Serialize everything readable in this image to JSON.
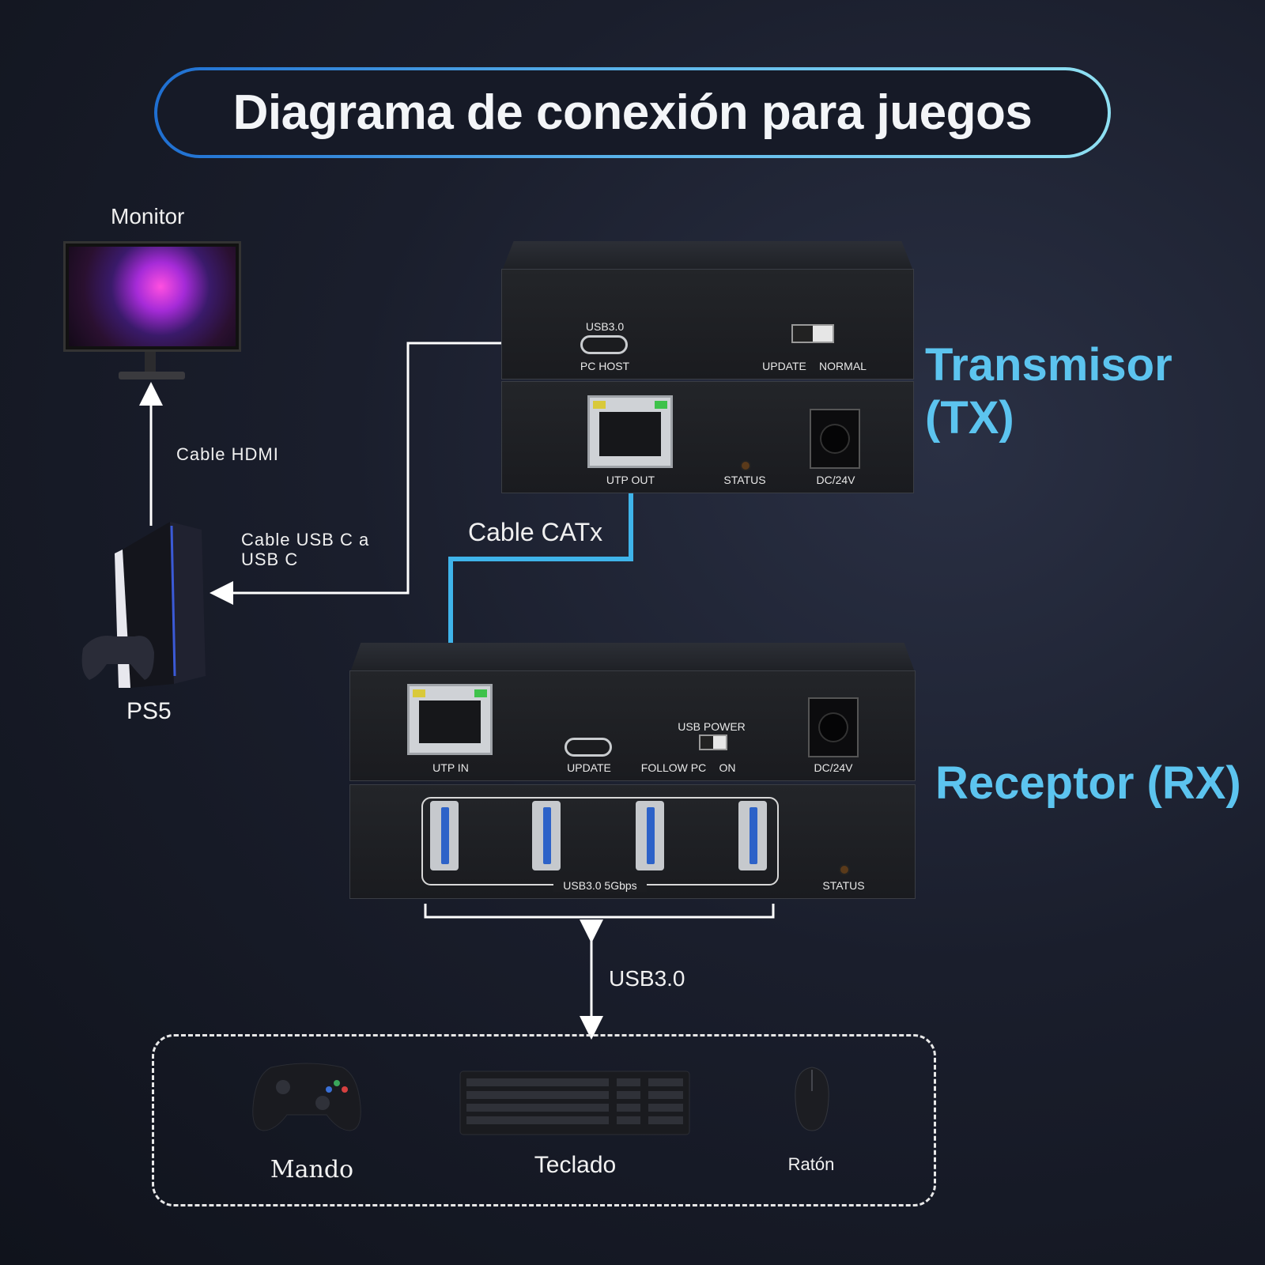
{
  "title": "Diagrama de conexión para juegos",
  "monitor": {
    "label": "Monitor"
  },
  "ps5": {
    "label": "PS5"
  },
  "cables": {
    "hdmi": "Cable HDMI",
    "usbc_line1": "Cable USB C a",
    "usbc_line2": "USB C",
    "catx": "Cable CATx",
    "usb3": "USB3.0"
  },
  "transmitter": {
    "title": "Transmisor (TX)",
    "usb_port_top": "USB3.0",
    "usb_port_bottom": "PC HOST",
    "switch_left": "UPDATE",
    "switch_right": "NORMAL",
    "utp": "UTP OUT",
    "status": "STATUS",
    "dc": "DC/24V"
  },
  "receiver": {
    "title": "Receptor (RX)",
    "utp": "UTP IN",
    "update": "UPDATE",
    "usb_power": "USB POWER",
    "follow_pc": "FOLLOW PC",
    "on": "ON",
    "dc": "DC/24V",
    "usb_ports_label": "USB3.0 5Gbps",
    "status": "STATUS"
  },
  "peripherals": [
    {
      "label": "Mando"
    },
    {
      "label": "Teclado"
    },
    {
      "label": "Ratón"
    }
  ],
  "colors": {
    "accent": "#5cc4ef",
    "catx_line": "#3fb4ea",
    "line": "#ffffff"
  }
}
